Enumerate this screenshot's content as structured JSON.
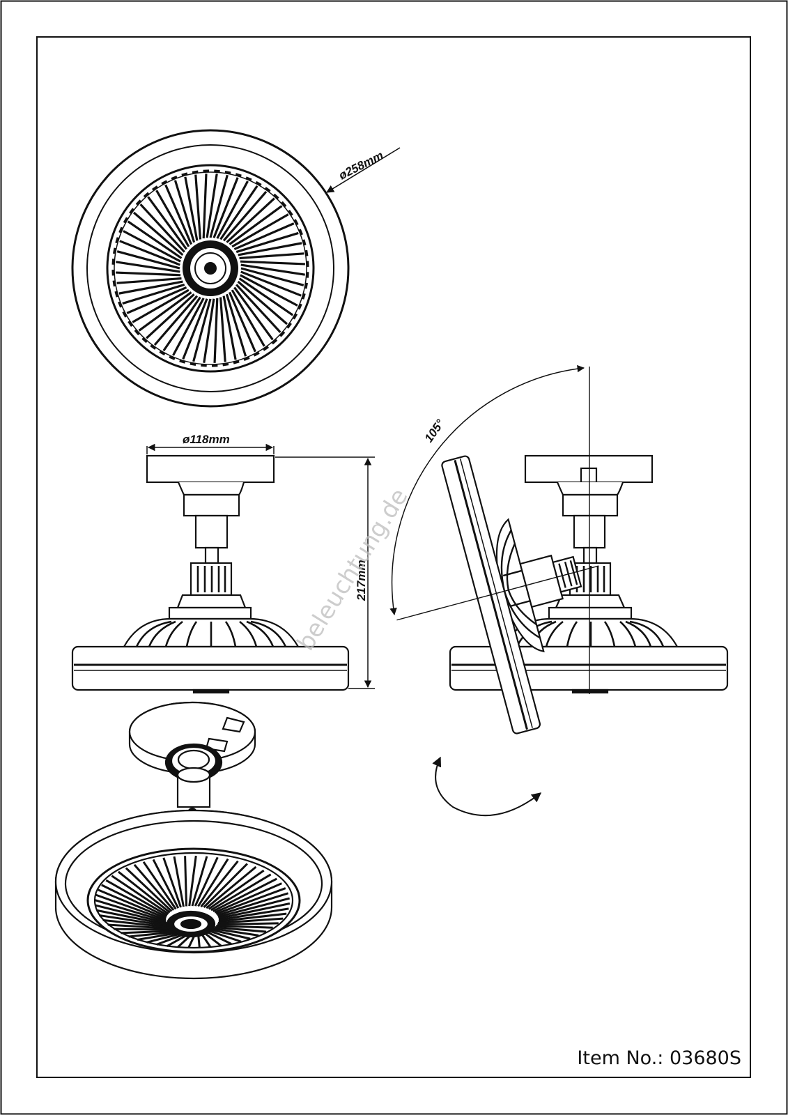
{
  "drawing": {
    "item_number": "Item No.: 03680S",
    "watermark": "beleuchtung.de",
    "dimensions": {
      "outer_diameter": "ø258mm",
      "canopy_diameter": "ø118mm",
      "height": "217mm",
      "tilt_angle": "105°"
    },
    "views": [
      "top-view",
      "side-view",
      "tilted-side-view",
      "perspective-view"
    ],
    "line_color": "#111111",
    "background": "#ffffff"
  }
}
